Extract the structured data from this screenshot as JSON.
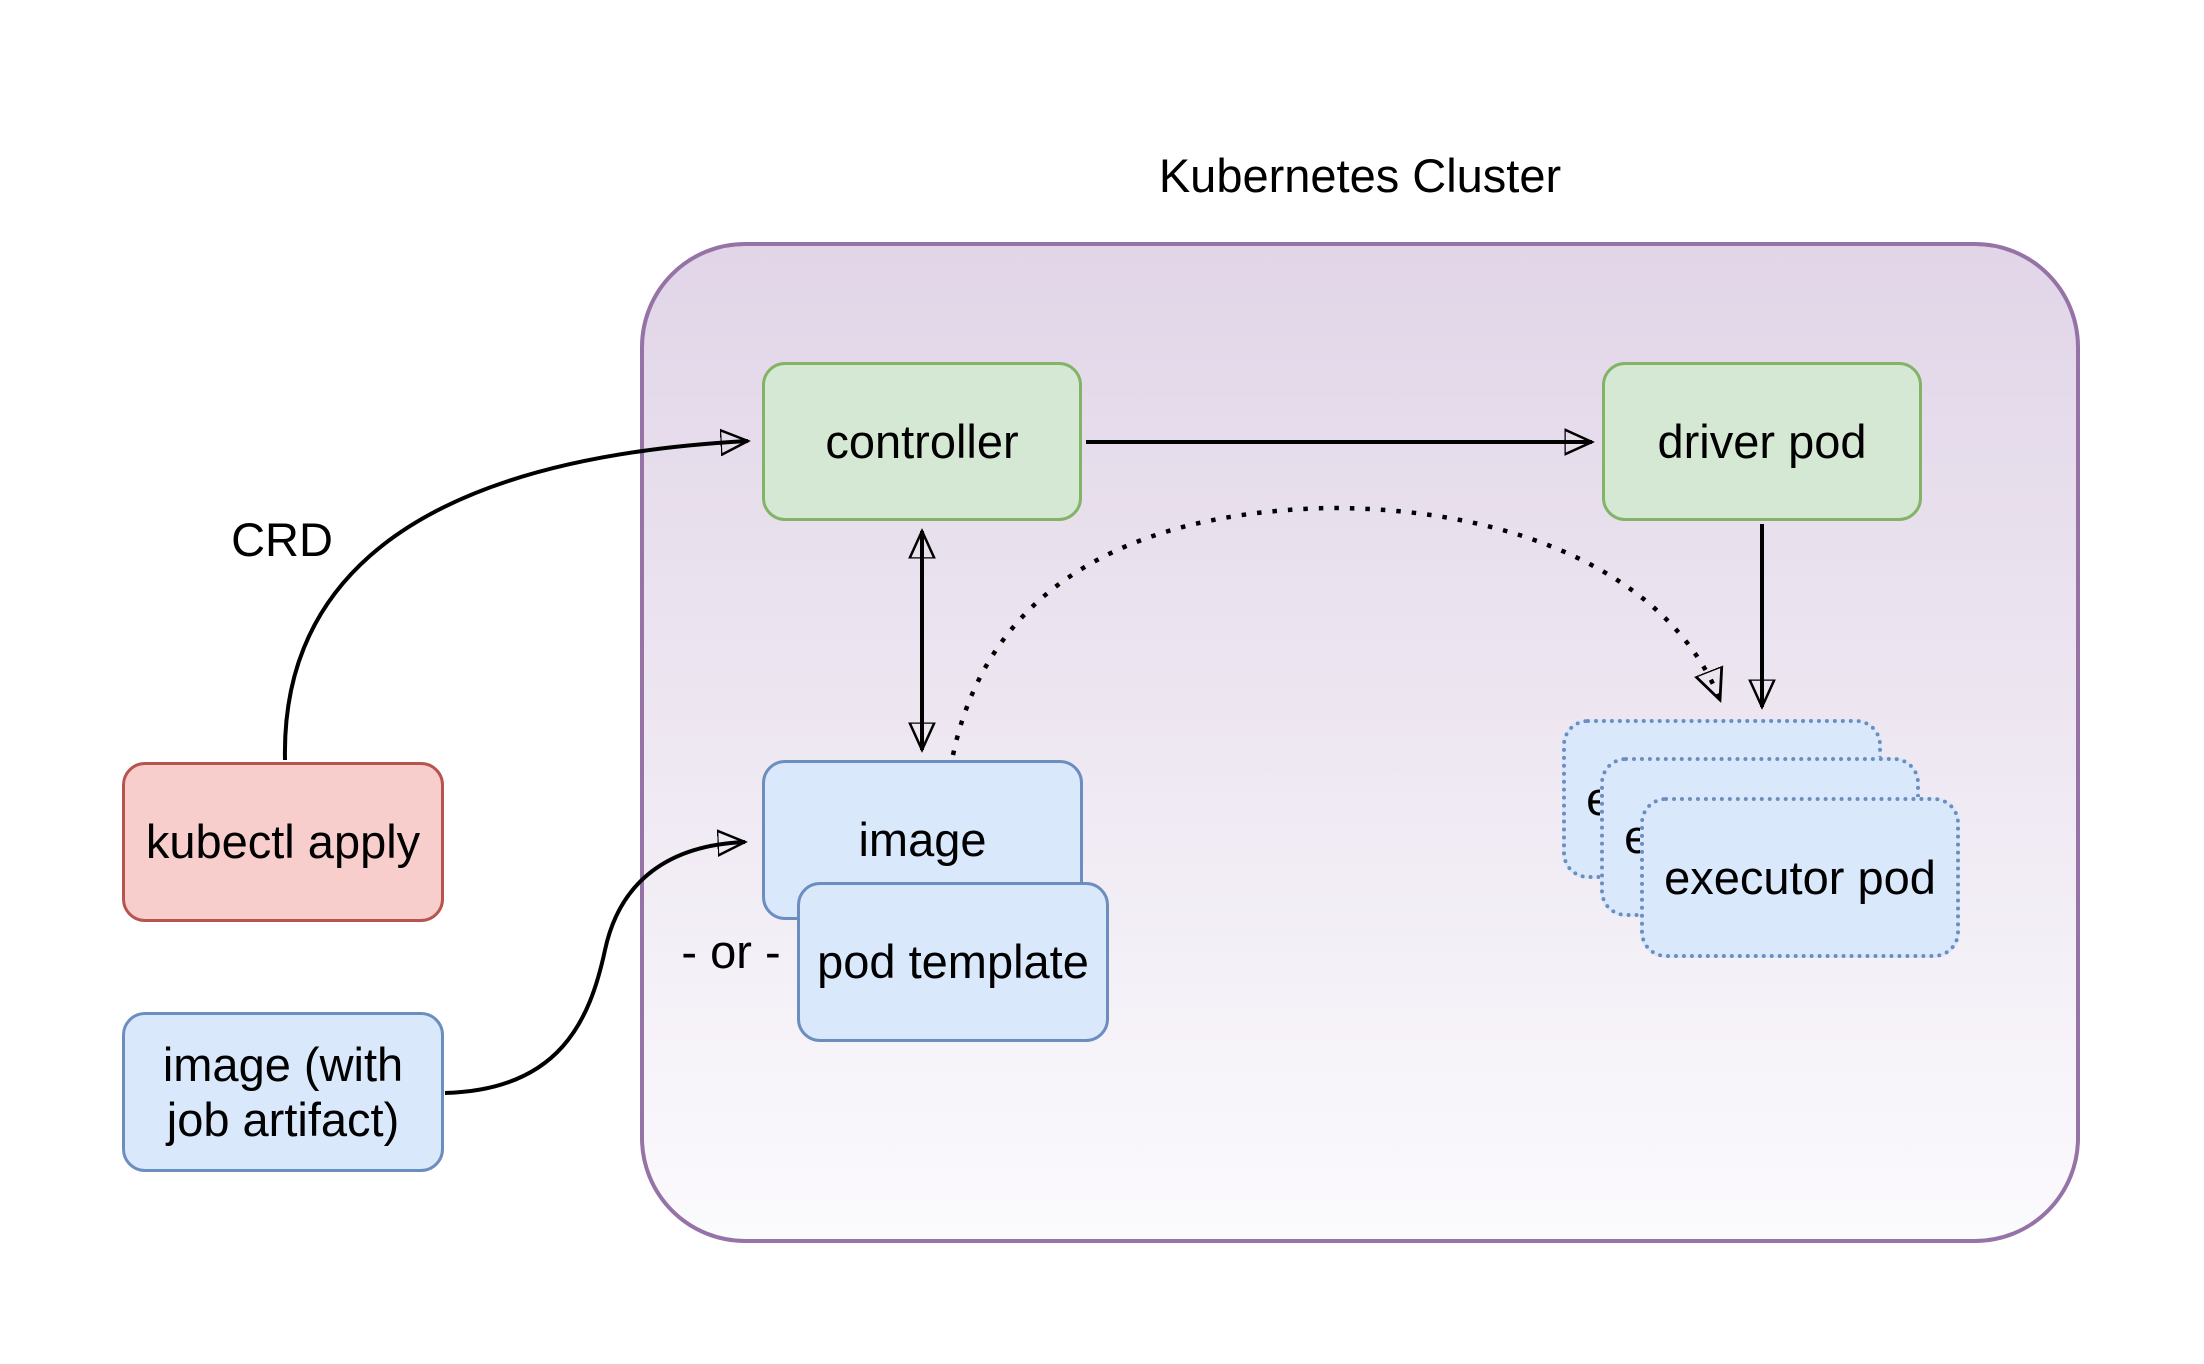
{
  "cluster": {
    "title": "Kubernetes Cluster"
  },
  "nodes": {
    "controller": {
      "label": "controller"
    },
    "driver_pod": {
      "label": "driver pod"
    },
    "image": {
      "label": "image"
    },
    "pod_template": {
      "label": "pod template"
    },
    "executor_pod": {
      "label": "executor pod",
      "stack_count": 3
    },
    "kubectl_apply": {
      "label": "kubectl apply"
    },
    "image_with_job_artifact": {
      "label": "image (with job artifact)"
    }
  },
  "edge_labels": {
    "crd": "CRD",
    "or": "- or -"
  },
  "edges": [
    {
      "from": "kubectl apply",
      "to": "controller",
      "label": "CRD",
      "style": "solid-curved-arrow"
    },
    {
      "from": "controller",
      "to": "driver pod",
      "label": "",
      "style": "solid-arrow"
    },
    {
      "from": "controller",
      "to": "image",
      "label": "",
      "style": "solid-double-arrow"
    },
    {
      "from": "image",
      "to": "executor pod",
      "label": "",
      "style": "dotted-curved-arrow"
    },
    {
      "from": "driver pod",
      "to": "executor pod",
      "label": "",
      "style": "solid-arrow"
    },
    {
      "from": "image (with job artifact)",
      "to": "image",
      "label": "- or -",
      "style": "solid-curved-arrow"
    }
  ],
  "colors": {
    "node_green_fill": "#d5e8d4",
    "node_green_stroke": "#82b366",
    "node_blue_fill": "#dae8fc",
    "node_blue_stroke": "#6c8ebf",
    "node_red_fill": "#f8cecc",
    "node_red_stroke": "#b85450",
    "cluster_fill_top": "#e1d5e7",
    "cluster_fill_bottom": "#fbfafd",
    "cluster_stroke": "#9673a6",
    "edge_color": "#000000",
    "text_color": "#000000"
  }
}
